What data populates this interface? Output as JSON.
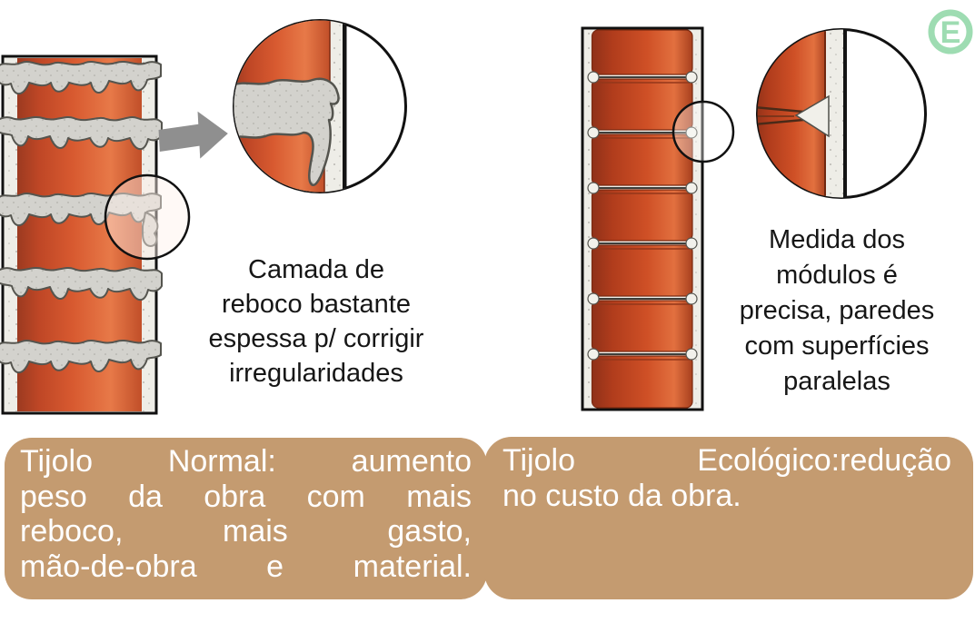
{
  "logo": {
    "letter": "E",
    "color": "#9edcb2"
  },
  "left_panel": {
    "caption": "Camada de\nreboco bastante\nespessa p/ corrigir\nirregularidades",
    "box": {
      "bg": "#c49b70",
      "lines": [
        "Tijolo Normal: aumento",
        "peso da obra com mais",
        "reboco, mais gasto,",
        "mão-de-obra e material."
      ]
    }
  },
  "right_panel": {
    "caption": "Medida dos\nmódulos é\nprecisa, paredes\ncom superfícies\nparalelas",
    "box": {
      "bg": "#c49b70",
      "lines": [
        "Tijolo Ecológico:redução",
        "no custo da obra."
      ]
    }
  },
  "colors": {
    "brick": "#d85a30",
    "brick_dark": "#9c3a20",
    "mortar": "#d3d2cd",
    "plaster": "#eeede7",
    "tan_box": "#c49b70",
    "logo_green": "#9edcb2",
    "outline": "#111111",
    "arrow_gray": "#8f8f8f",
    "text_black": "#161616",
    "text_white": "#ffffff"
  }
}
